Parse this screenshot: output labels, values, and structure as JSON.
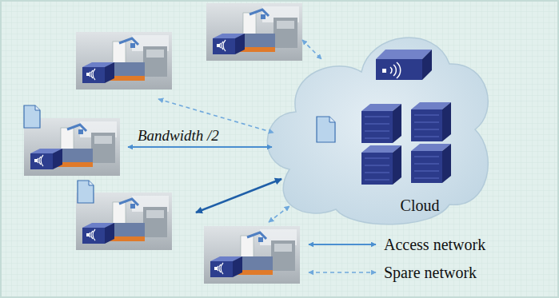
{
  "diagram": {
    "nodes": [
      {
        "text": [
          "Cloud"
        ]
      }
    ],
    "labels": [
      "Bandwidth /2"
    ],
    "legend": [
      {
        "text": "Access network"
      },
      {
        "text": "Spare network"
      }
    ]
  }
}
